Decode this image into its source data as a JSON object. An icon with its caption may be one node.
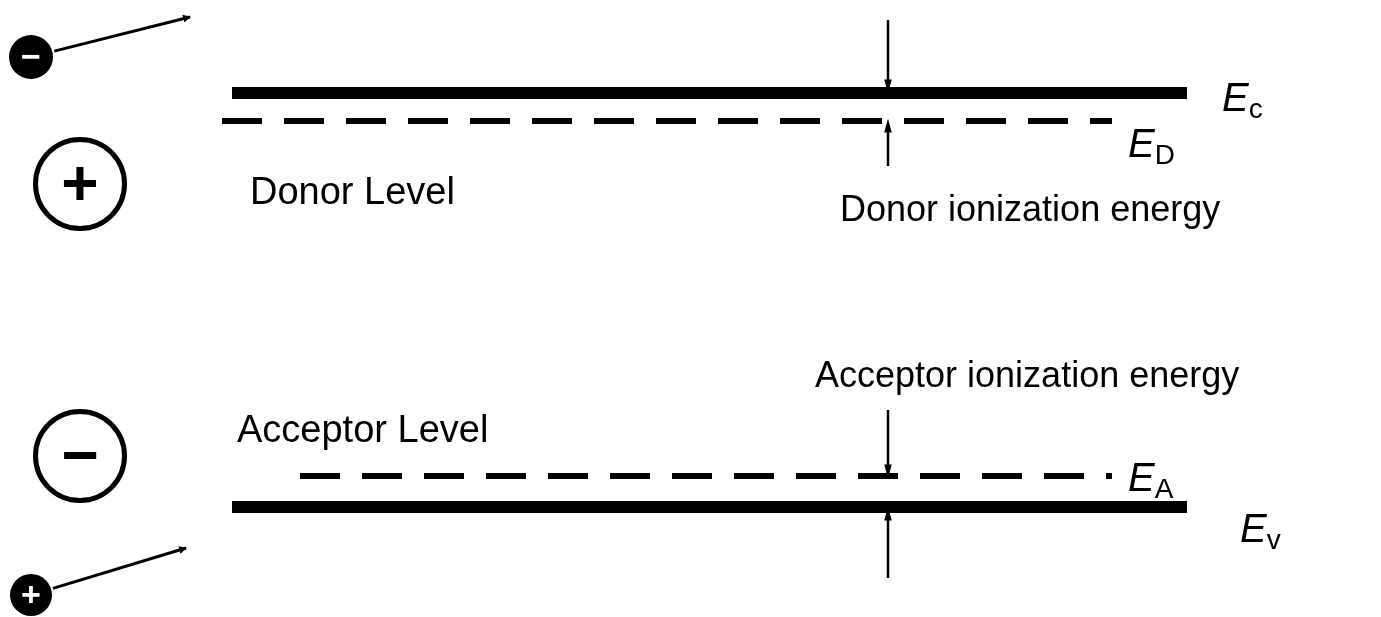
{
  "diagram": {
    "nodes": [
      {
        "text": [
          "−"
        ]
      },
      {
        "text": [
          "+"
        ]
      },
      {
        "text": [
          "−"
        ]
      },
      {
        "text": [
          "+"
        ]
      }
    ],
    "edges": [
      {
        "from": 0,
        "to": null,
        "arrow": "to"
      },
      {
        "from": 3,
        "to": null,
        "arrow": "to"
      }
    ],
    "labels": [
      "*E*$_{c}$",
      "*E*$_{D}$",
      "Donor Level",
      "Donor ionization energy",
      "Acceptor ionization energy",
      "Acceptor Level",
      "*E*$_{A}$",
      "*E*$_{v}$"
    ]
  }
}
